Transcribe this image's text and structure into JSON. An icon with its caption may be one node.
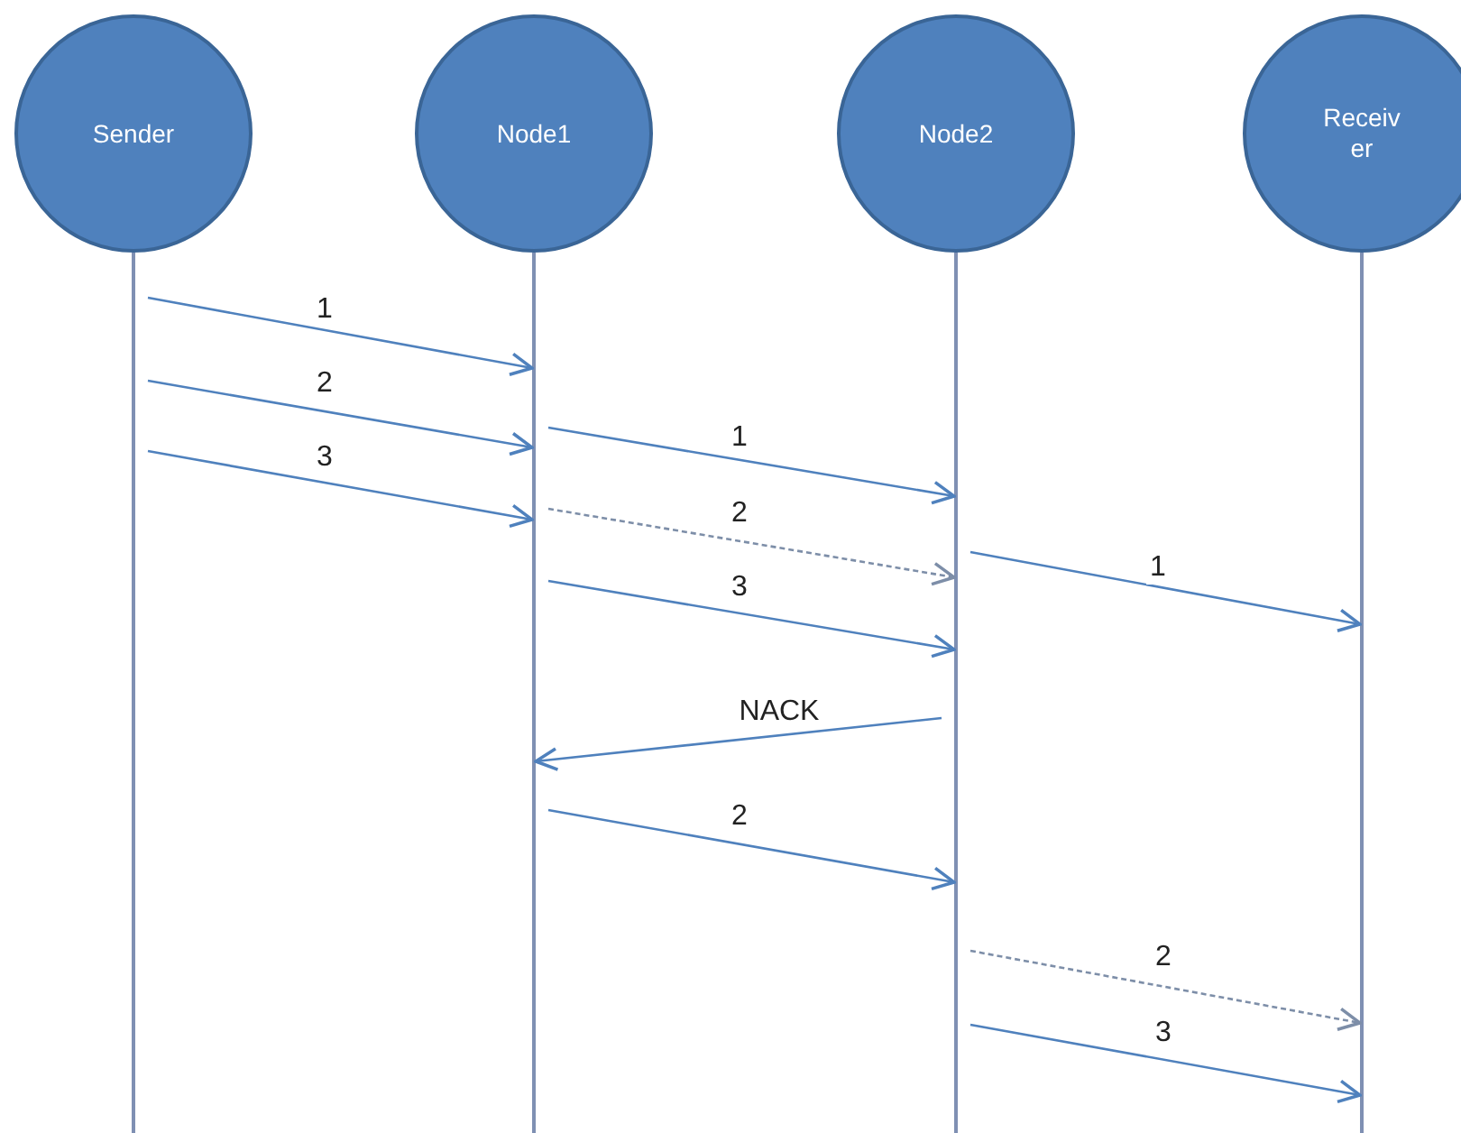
{
  "diagram": {
    "nodes": [
      {
        "text": [
          "Sender"
        ]
      },
      {
        "text": [
          "Node1"
        ]
      },
      {
        "text": [
          "Node2"
        ]
      },
      {
        "text": [
          "Receiver"
        ]
      }
    ],
    "edges": [
      {
        "from": 0,
        "to": 1,
        "arrow": "to",
        "label": "1"
      },
      {
        "from": 0,
        "to": 1,
        "arrow": "to",
        "label": "2"
      },
      {
        "from": 1,
        "to": 2,
        "arrow": "to",
        "label": "1"
      },
      {
        "from": 0,
        "to": 1,
        "arrow": "to",
        "label": "3"
      },
      {
        "from": 1,
        "to": 2,
        "arrow": "to",
        "label": "2",
        "style": "dashed"
      },
      {
        "from": 2,
        "to": 3,
        "arrow": "to",
        "label": "1"
      },
      {
        "from": 1,
        "to": 2,
        "arrow": "to",
        "label": "3"
      },
      {
        "from": 2,
        "to": 1,
        "arrow": "to",
        "label": "NACK"
      },
      {
        "from": 1,
        "to": 2,
        "arrow": "to",
        "label": "2"
      },
      {
        "from": 2,
        "to": 3,
        "arrow": "to",
        "label": "2",
        "style": "dashed"
      },
      {
        "from": 2,
        "to": 3,
        "arrow": "to",
        "label": "3"
      }
    ]
  }
}
